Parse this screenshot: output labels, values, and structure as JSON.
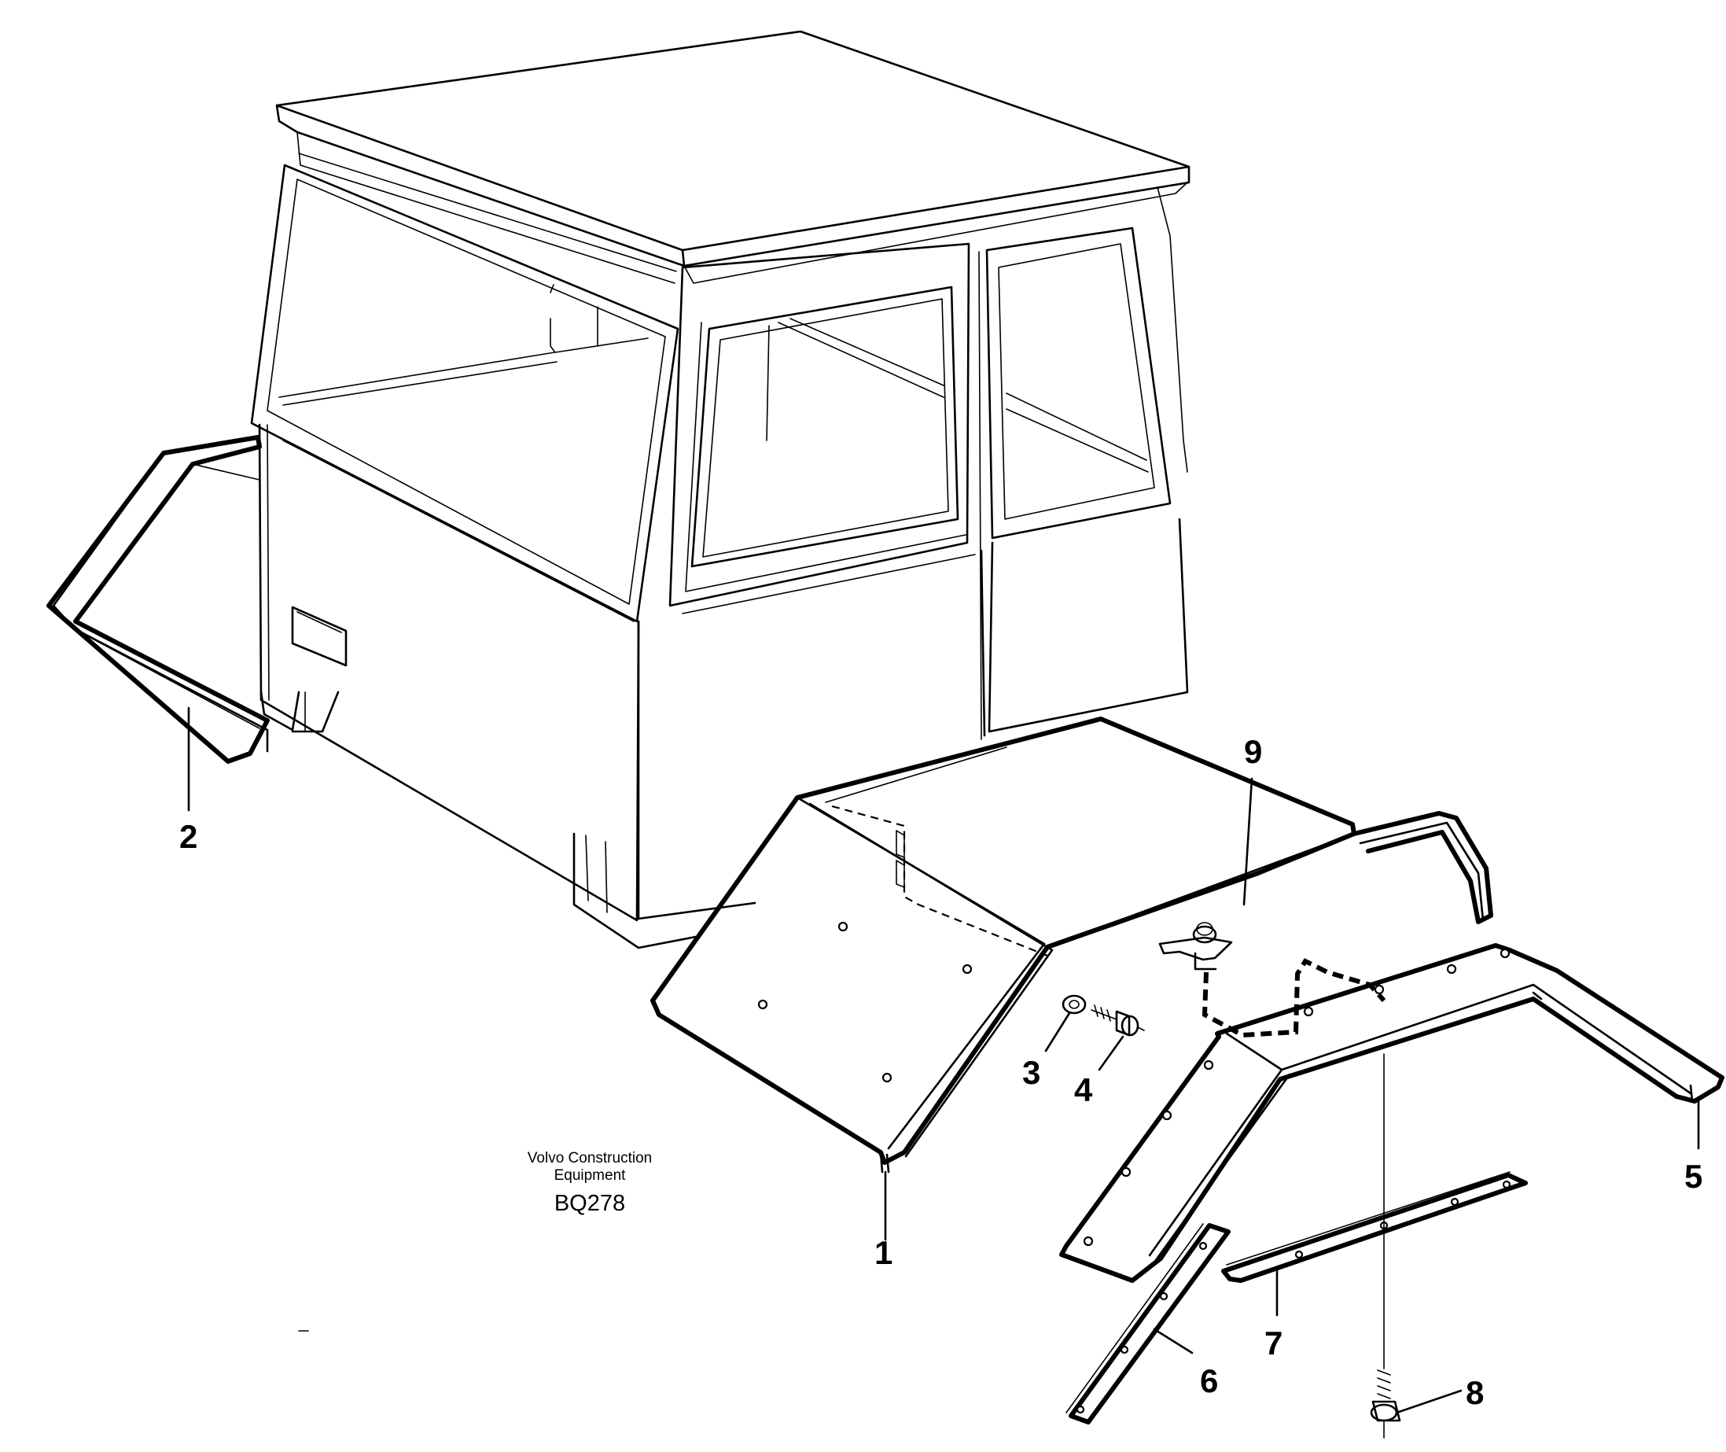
{
  "caption": {
    "line1": "Volvo Construction",
    "line2": "Equipment",
    "code": "BQ278"
  },
  "parts": [
    {
      "number": "1"
    },
    {
      "number": "2"
    },
    {
      "number": "3"
    },
    {
      "number": "4"
    },
    {
      "number": "5"
    },
    {
      "number": "6"
    },
    {
      "number": "7"
    },
    {
      "number": "8"
    },
    {
      "number": "9"
    }
  ]
}
